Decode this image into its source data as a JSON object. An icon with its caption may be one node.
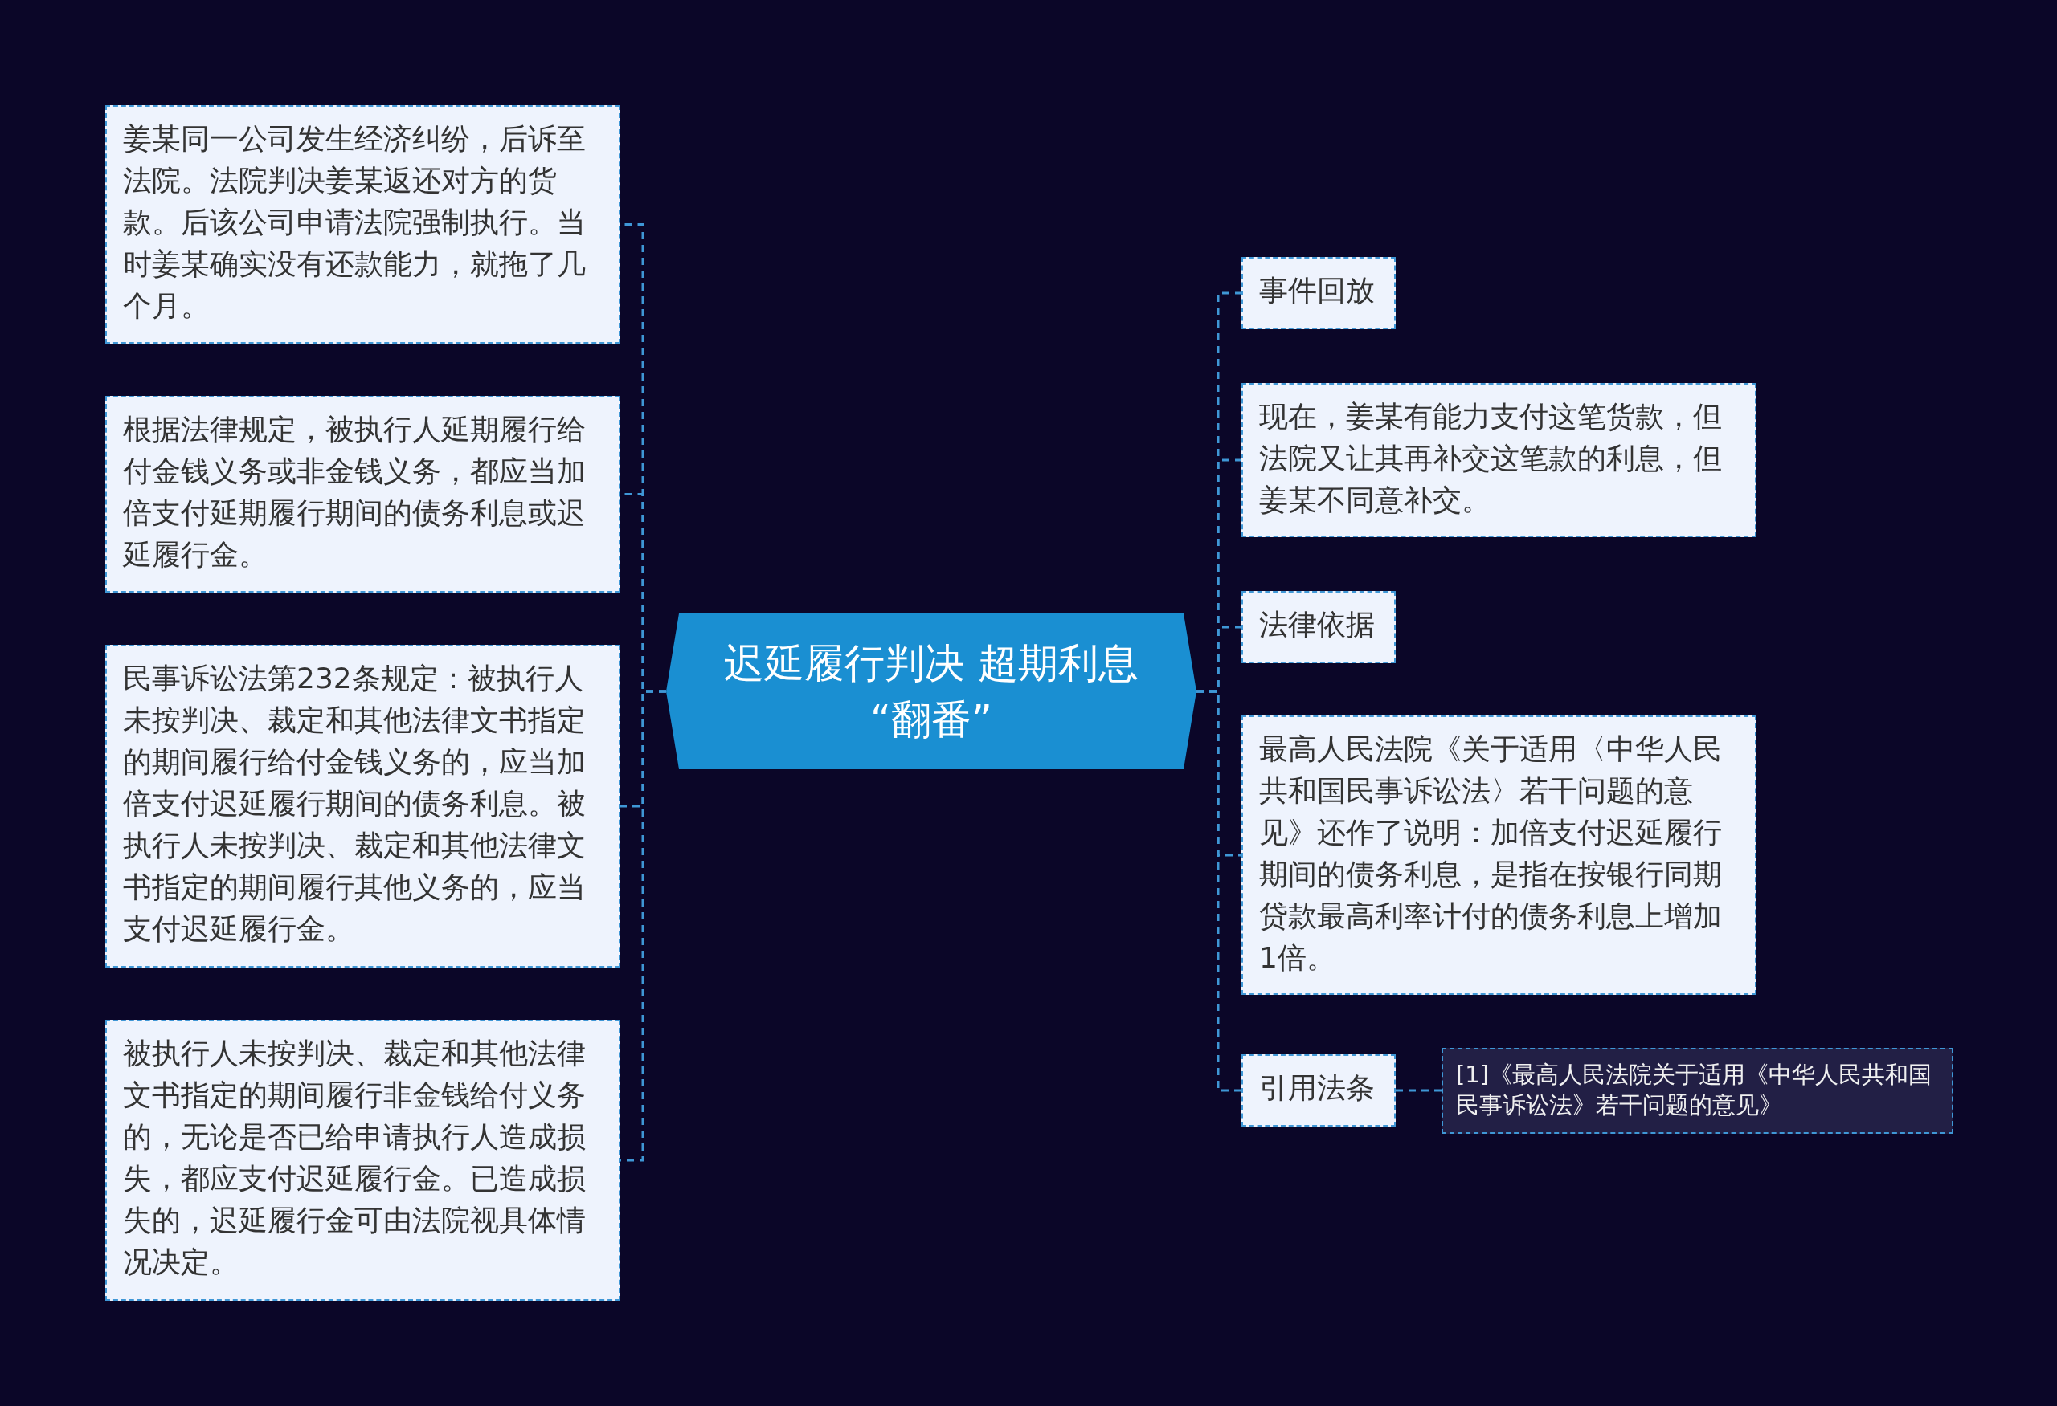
{
  "diagram": {
    "nodes": [
      {
        "text": [
          "迟延履行判决 超期利息 “翻番”"
        ]
      },
      {
        "text": [
          "姜某同一公司发生经济纠纷，后诉至法院。法院判决姜某返还对方的货款。后该公司申请法院强制执行。当时姜某确实没有还款能力，就拖了几个月。"
        ]
      },
      {
        "text": [
          "根据法律规定，被执行人延期履行给付金钱义务或非金钱义务，都应当加倍支付延期履行期间的债务利息或迟延履行金。"
        ]
      },
      {
        "text": [
          "民事诉讼法第232条规定：被执行人未按判决、裁定和其他法律文书指定的期间履行给付金钱义务的，应当加倍支付迟延履行期间的债务利息。被执行人未按判决、裁定和其他法律文书指定的期间履行其他义务的，应当支付迟延履行金。"
        ]
      },
      {
        "text": [
          "被执行人未按判决、裁定和其他法律文书指定的期间履行非金钱给付义务的，无论是否已给申请执行人造成损失，都应支付迟延履行金。已造成损失的，迟延履行金可由法院视具体情况决定。"
        ]
      },
      {
        "text": [
          "事件回放"
        ]
      },
      {
        "text": [
          "现在，姜某有能力支付这笔货款，但法院又让其再补交这笔款的利息，但姜某不同意补交。"
        ]
      },
      {
        "text": [
          "法律依据"
        ]
      },
      {
        "text": [
          "最高人民法院《关于适用〈中华人民共和国民事诉讼法〉若干问题的意见》还作了说明：加倍支付迟延履行期间的债务利息，是指在按银行同期贷款最高利率计付的债务利息上增加1倍。"
        ]
      },
      {
        "text": [
          "引用法条"
        ]
      },
      {
        "text": [
          "[1]《最高人民法院关于适用《中华人民共和国民事诉讼法》若干问题的意见》"
        ]
      }
    ],
    "edges": [
      {
        "from": 0,
        "to": 1,
        "arrow": "none"
      },
      {
        "from": 0,
        "to": 2,
        "arrow": "none"
      },
      {
        "from": 0,
        "to": 3,
        "arrow": "none"
      },
      {
        "from": 0,
        "to": 4,
        "arrow": "none"
      },
      {
        "from": 0,
        "to": 5,
        "arrow": "none"
      },
      {
        "from": 0,
        "to": 6,
        "arrow": "none"
      },
      {
        "from": 0,
        "to": 7,
        "arrow": "none"
      },
      {
        "from": 0,
        "to": 8,
        "arrow": "none"
      },
      {
        "from": 0,
        "to": 9,
        "arrow": "none"
      },
      {
        "from": 9,
        "to": 10,
        "arrow": "none"
      }
    ]
  }
}
